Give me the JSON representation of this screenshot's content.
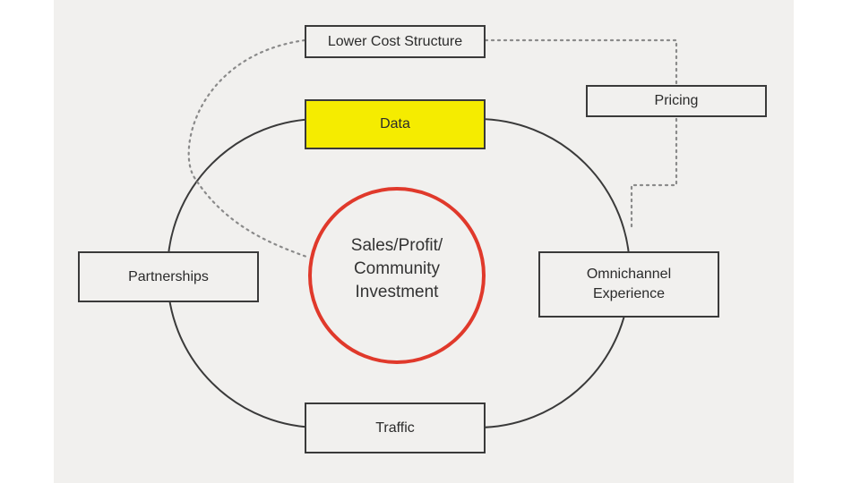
{
  "diagram": {
    "nodes": {
      "lower_cost": "Lower Cost Structure",
      "pricing": "Pricing",
      "data": "Data",
      "partnerships": "Partnerships",
      "omnichannel": [
        "Omnichannel",
        "Experience"
      ],
      "traffic": "Traffic"
    },
    "center": [
      "Sales/Profit/",
      "Community",
      "Investment"
    ]
  },
  "colors": {
    "highlight": "#f5ec00",
    "center_ring": "#e0392b",
    "outline": "#3a3a3a",
    "dotted_link": "#8a8a8a",
    "background": "#f1f0ee"
  }
}
